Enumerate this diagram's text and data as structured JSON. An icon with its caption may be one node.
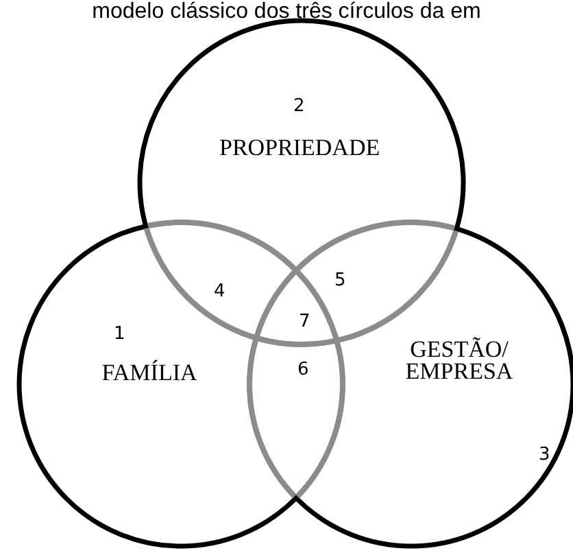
{
  "diagram": {
    "title": "modelo clássico dos três círculos da em",
    "nodes": [
      {
        "text": [
          "2",
          "PROPRIEDADE"
        ]
      },
      {
        "text": [
          "1",
          "FAMÍLIA"
        ]
      },
      {
        "text": [
          "GESTÃO/ EMPRESA",
          "3"
        ]
      }
    ],
    "labels": [
      "4",
      "5",
      "7",
      "6"
    ]
  }
}
